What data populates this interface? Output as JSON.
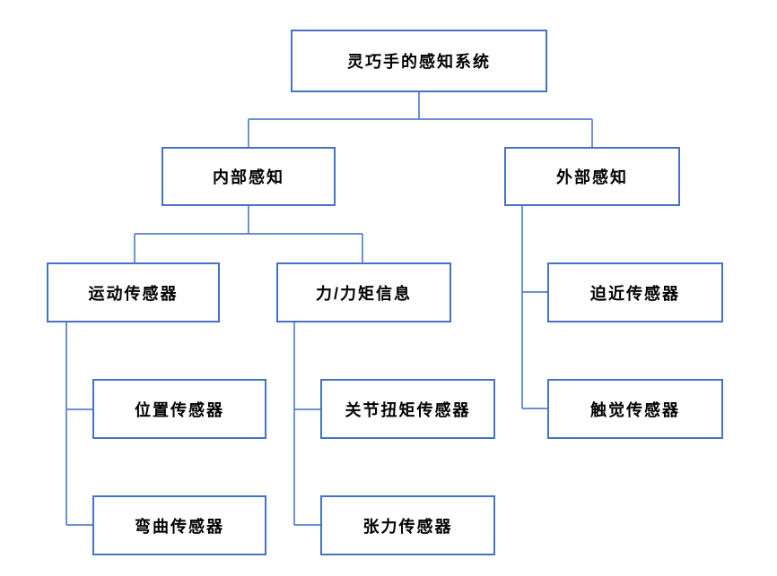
{
  "diagram": {
    "accent_color": "#4472C4",
    "background_color": "#FFFFFF",
    "text_color": "#000000",
    "nodes": {
      "root": {
        "label": "灵巧手的感知系统"
      },
      "internal": {
        "label": "内部感知"
      },
      "external": {
        "label": "外部感知"
      },
      "motion": {
        "label": "运动传感器"
      },
      "force": {
        "label": "力/力矩信息"
      },
      "proximity": {
        "label": "迫近传感器"
      },
      "tactile": {
        "label": "触觉传感器"
      },
      "position": {
        "label": "位置传感器"
      },
      "joint_torque": {
        "label": "关节扭矩传感器"
      },
      "bend": {
        "label": "弯曲传感器"
      },
      "tension": {
        "label": "张力传感器"
      }
    },
    "edges": [
      {
        "from": "root",
        "to": "internal"
      },
      {
        "from": "root",
        "to": "external"
      },
      {
        "from": "internal",
        "to": "motion"
      },
      {
        "from": "internal",
        "to": "force"
      },
      {
        "from": "external",
        "to": "proximity"
      },
      {
        "from": "external",
        "to": "tactile"
      },
      {
        "from": "motion",
        "to": "position"
      },
      {
        "from": "motion",
        "to": "bend"
      },
      {
        "from": "force",
        "to": "joint_torque"
      },
      {
        "from": "force",
        "to": "tension"
      }
    ]
  }
}
